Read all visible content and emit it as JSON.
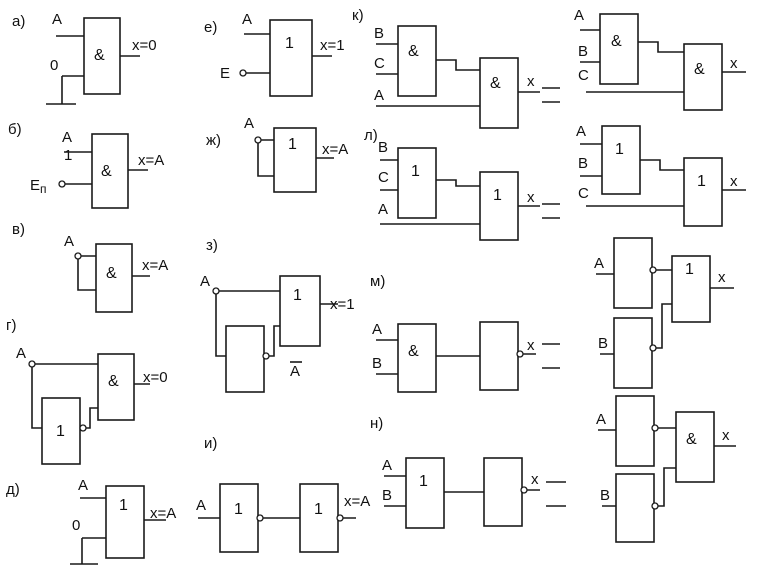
{
  "colors": {
    "ink": "#1a1a1a",
    "paper": "#ffffff"
  },
  "symbols": {
    "and": "&",
    "or": "1",
    "sub_n": "п"
  },
  "panels": {
    "a": {
      "tag": "а)",
      "in1": "A",
      "in2": "0",
      "out": "x=0"
    },
    "b": {
      "tag": "б)",
      "in1": "A",
      "in2": "1",
      "enable": "E",
      "out": "x=A"
    },
    "v": {
      "tag": "в)",
      "in1": "A",
      "out": "x=A"
    },
    "g": {
      "tag": "г)",
      "in1": "A",
      "out": "x=0"
    },
    "d": {
      "tag": "д)",
      "in1": "A",
      "in2": "0",
      "out": "x=A"
    },
    "e": {
      "tag": "е)",
      "in1": "A",
      "in2": "E",
      "out": "x=1"
    },
    "zh": {
      "tag": "ж)",
      "in1": "A",
      "out": "x=A"
    },
    "z": {
      "tag": "з)",
      "in1": "A",
      "notA": "A",
      "out": "x=1"
    },
    "i": {
      "tag": "и)",
      "in1": "A",
      "out": "x=A"
    },
    "k": {
      "tag": "к)",
      "in_b": "B",
      "in_c": "C",
      "in_a": "A",
      "out": "x"
    },
    "k2": {
      "in_a": "A",
      "in_b": "B",
      "in_c": "C",
      "out": "x"
    },
    "l": {
      "tag": "л)",
      "in_b": "B",
      "in_c": "C",
      "in_a": "A",
      "out": "x"
    },
    "l2": {
      "in_a": "A",
      "in_b": "B",
      "in_c": "C",
      "out": "x"
    },
    "m": {
      "tag": "м)",
      "in_a": "A",
      "in_b": "B",
      "out": "x"
    },
    "m2": {
      "in_a": "A",
      "in_b": "B",
      "out": "x"
    },
    "n": {
      "tag": "н)",
      "in_a": "A",
      "in_b": "B",
      "out": "x"
    },
    "n2": {
      "in_a": "A",
      "in_b": "B",
      "out": "x"
    }
  }
}
